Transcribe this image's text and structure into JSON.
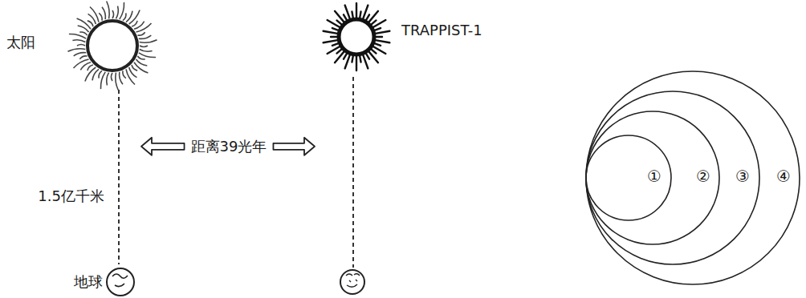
{
  "diagram": {
    "nodes": [
      {
        "text": [
          "④"
        ]
      },
      {
        "text": [
          "③"
        ],
        "in": 0
      },
      {
        "text": [
          "②"
        ],
        "in": 1
      },
      {
        "text": [
          "①"
        ],
        "in": 2
      }
    ],
    "labels": [
      "太阳",
      "TRAPPIST-1",
      "1.5亿千米",
      "距离39光年",
      "地球"
    ]
  }
}
